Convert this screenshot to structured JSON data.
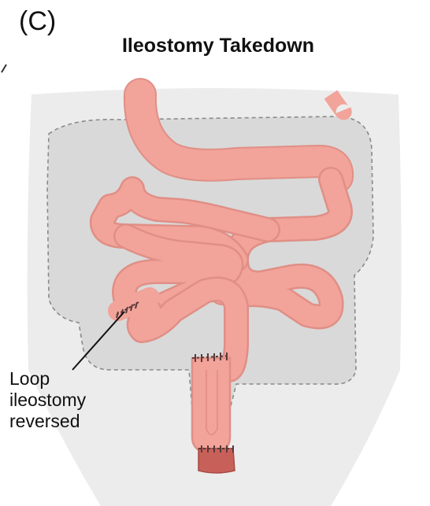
{
  "panel_letter": "(C)",
  "title": "Ileostomy Takedown",
  "callout": {
    "line1": "Loop",
    "line2": "ileostomy",
    "line3": "reversed"
  },
  "colors": {
    "body_fill": "#ececec",
    "colon_outline_fill": "#d9d9d9",
    "bowel_fill": "#f2a39a",
    "bowel_highlight": "#f8c6bf",
    "bowel_edge": "#e08f86",
    "suture": "#5a3a3a",
    "anus": "#c8605a"
  }
}
